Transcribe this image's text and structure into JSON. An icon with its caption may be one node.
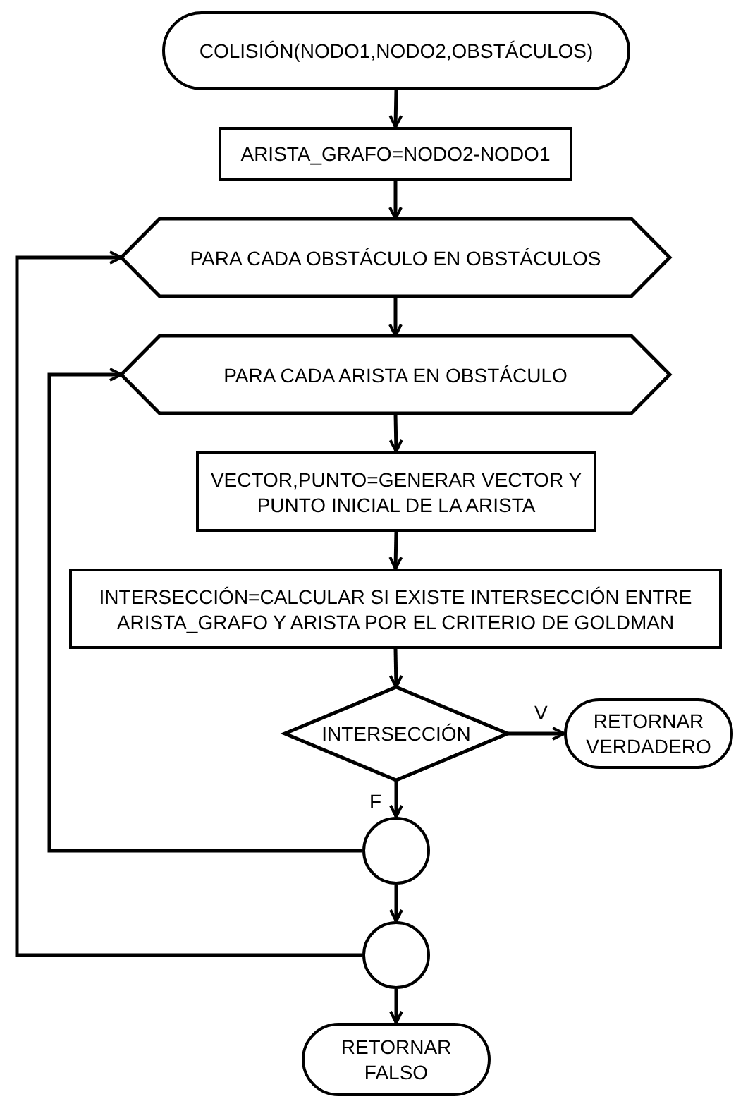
{
  "diagram": {
    "nodes": [
      {
        "text": [
          "COLISIÓN(NODO1,NODO2,OBSTÁCULOS)"
        ]
      },
      {
        "text": [
          "ARISTA_GRAFO=NODO2-NODO1"
        ]
      },
      {
        "text": [
          "PARA CADA OBSTÁCULO EN OBSTÁCULOS"
        ]
      },
      {
        "text": [
          "PARA CADA ARISTA EN OBSTÁCULO"
        ]
      },
      {
        "text": [
          "VECTOR,PUNTO=GENERAR VECTOR Y PUNTO INICIAL DE LA ARISTA"
        ]
      },
      {
        "text": [
          "INTERSECCIÓN=CALCULAR SI EXISTE INTERSECCIÓN ENTRE ARISTA_GRAFO Y ARISTA POR EL CRITERIO DE GOLDMAN"
        ]
      },
      {
        "text": [
          "INTERSECCIÓN"
        ]
      },
      {
        "text": [
          "RETORNAR VERDADERO"
        ]
      },
      {
        "text": [],
        "shape": "circle"
      },
      {
        "text": [],
        "shape": "circle"
      },
      {
        "text": [
          "RETORNAR FALSO"
        ]
      }
    ],
    "edges": [
      {
        "from": 0,
        "to": 1,
        "arrow": "to"
      },
      {
        "from": 1,
        "to": 2,
        "arrow": "to"
      },
      {
        "from": 2,
        "to": 3,
        "arrow": "to"
      },
      {
        "from": 3,
        "to": 4,
        "arrow": "to"
      },
      {
        "from": 4,
        "to": 5,
        "arrow": "to"
      },
      {
        "from": 5,
        "to": 6,
        "arrow": "to"
      },
      {
        "from": 6,
        "to": 7,
        "arrow": "to",
        "label": "V"
      },
      {
        "from": 6,
        "to": 8,
        "arrow": "to",
        "label": "F"
      },
      {
        "from": 8,
        "to": 3,
        "arrow": "to"
      },
      {
        "from": 8,
        "to": 9,
        "arrow": "to"
      },
      {
        "from": 9,
        "to": 2,
        "arrow": "to"
      },
      {
        "from": 9,
        "to": 10,
        "arrow": "to"
      }
    ]
  }
}
